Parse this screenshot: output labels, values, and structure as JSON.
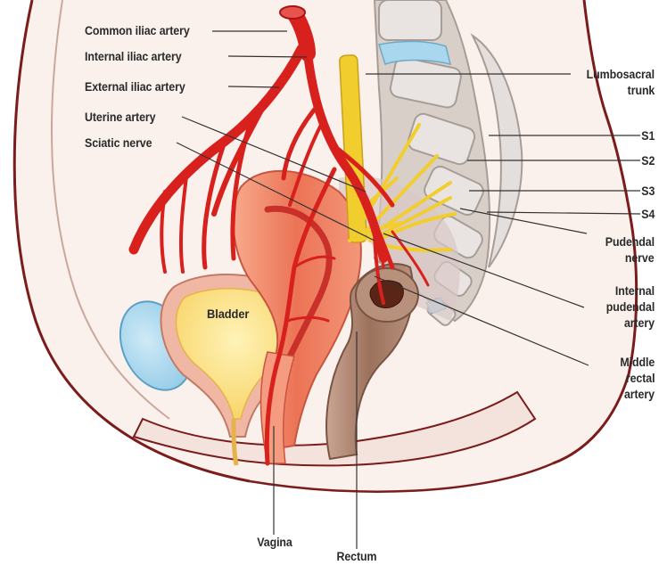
{
  "labels": {
    "common_iliac_artery": "Common iliac artery",
    "internal_iliac_artery": "Internal iliac artery",
    "external_iliac_artery": "External iliac artery",
    "uterine_artery": "Uterine artery",
    "sciatic_nerve": "Sciatic nerve",
    "bladder": "Bladder",
    "vagina": "Vagina",
    "rectum": "Rectum",
    "lumbosacral_trunk_1": "Lumbosacral",
    "lumbosacral_trunk_2": "trunk",
    "s1": "S1",
    "s2": "S2",
    "s3": "S3",
    "s4": "S4",
    "pudendal_nerve_1": "Pudendal",
    "pudendal_nerve_2": "nerve",
    "internal_pudendal_artery_1": "Internal",
    "internal_pudendal_artery_2": "pudendal",
    "internal_pudendal_artery_3": "artery",
    "middle_rectal_artery_1": "Middle",
    "middle_rectal_artery_2": "rectal",
    "middle_rectal_artery_3": "artery"
  },
  "colors": {
    "artery": "#d8201d",
    "nerve": "#f1cd2e",
    "bone": "#e4dfdc",
    "disc": "#a9d7ee",
    "bladder_fill": "#fce38a",
    "bladder_wall": "#e9a893",
    "uterus": "#ec7355",
    "rectum": "#a57a64",
    "skin_outline": "#7b1c1c",
    "leader": "#333333"
  }
}
